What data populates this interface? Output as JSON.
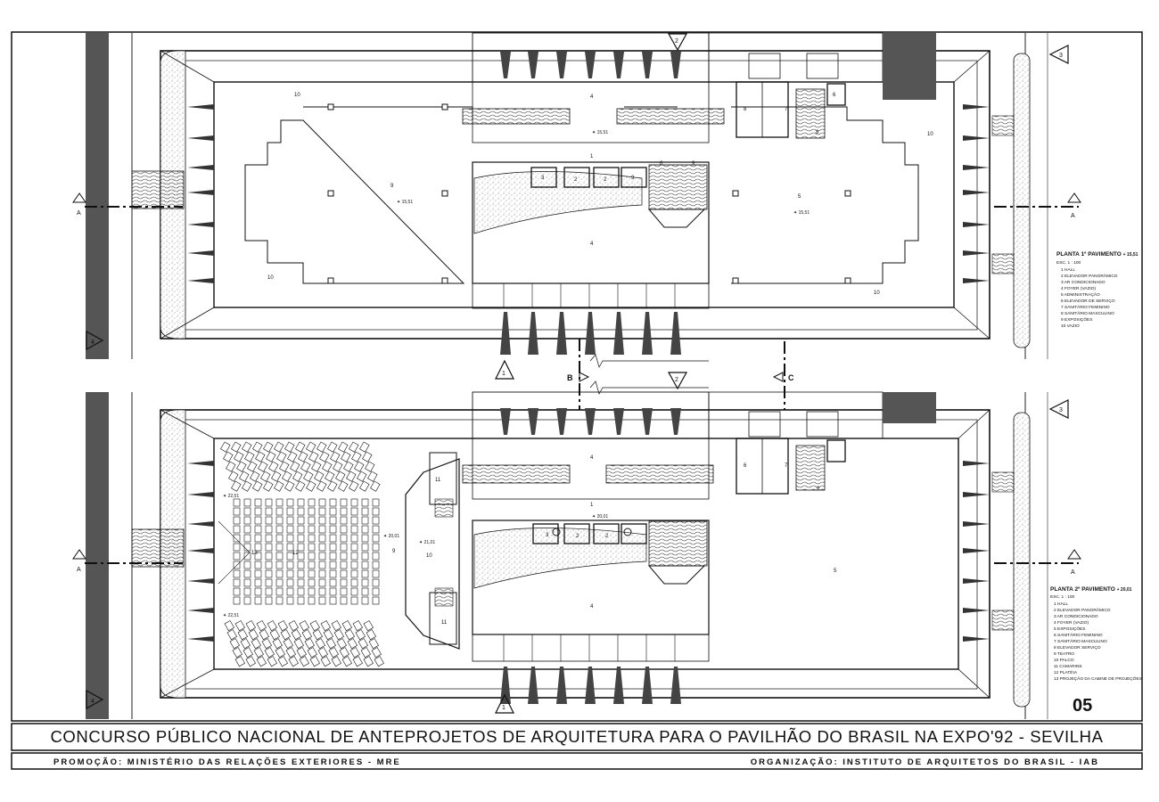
{
  "sheet_number": "05",
  "title": "CONCURSO PÚBLICO NACIONAL DE ANTEPROJETOS DE ARQUITETURA PARA O PAVILHÃO DO BRASIL NA EXPO'92 - SEVILHA",
  "footer": {
    "promocao": "PROMOÇÃO:   MINISTÉRIO   DAS  RELAÇÕES  EXTERIORES  -  MRE",
    "organizacao": "ORGANIZAÇÃO:   INSTITUTO  DE  ARQUITETOS  DO  BRASIL  -  IAB"
  },
  "plan1": {
    "legend_title": "PLANTA 1º PAVIMENTO",
    "level": "+ 15,51",
    "scale": "ESC.   1 : 100",
    "items": [
      "1  HALL",
      "2  ELEVADOR PANORÂMICO",
      "3  AR CONDICIONADO",
      "4  FOYER (VAZIO)",
      "5  ADMINISTRAÇÃO",
      "6  ELEVADOR DE SERVIÇO",
      "7  SANITÁRIO FEMININO",
      "8  SANITÁRIO MASCULINO",
      "9  EXPOSIÇÕES",
      "10  VAZIO"
    ],
    "levels": [
      "15,51",
      "15,51",
      "15,51"
    ],
    "rooms": [
      "10",
      "10",
      "10",
      "10",
      "9",
      "5",
      "4",
      "4",
      "1",
      "3",
      "2",
      "2",
      "3",
      "6",
      "6",
      "7",
      "8",
      "8",
      "9"
    ]
  },
  "plan2": {
    "legend_title": "PLANTA 2º PAVIMENTO",
    "level": "+ 20,01",
    "scale": "ESC.   1 : 100",
    "items": [
      "1  HALL",
      "2  ELEVADOR PANORÂMICO",
      "3  AR CONDICIONADO",
      "4  FOYER (VAZIO)",
      "5  EXPOSIÇÕES",
      "6  SANITÁRIO FEMININO",
      "7  SANITÁRIO MASCULINO",
      "8  ELEVADOR SERVIÇO",
      "9  TEATRO",
      "10  PALCO",
      "11  CAMARINS",
      "12  PLATÉIA",
      "13  PROJEÇÃO DA CABINE DE PROJEÇÕES"
    ],
    "levels": [
      "22,51",
      "22,51",
      "20,01",
      "21,01",
      "20,01"
    ],
    "rooms": [
      "4",
      "4",
      "1",
      "3",
      "2",
      "2",
      "5",
      "9",
      "10",
      "11",
      "11",
      "12",
      "13",
      "6",
      "7",
      "8"
    ]
  },
  "markers": {
    "section_a": "A",
    "section_b": "B",
    "section_c": "C",
    "m1": "1",
    "m2": "2",
    "m3": "3",
    "m4": "4"
  }
}
